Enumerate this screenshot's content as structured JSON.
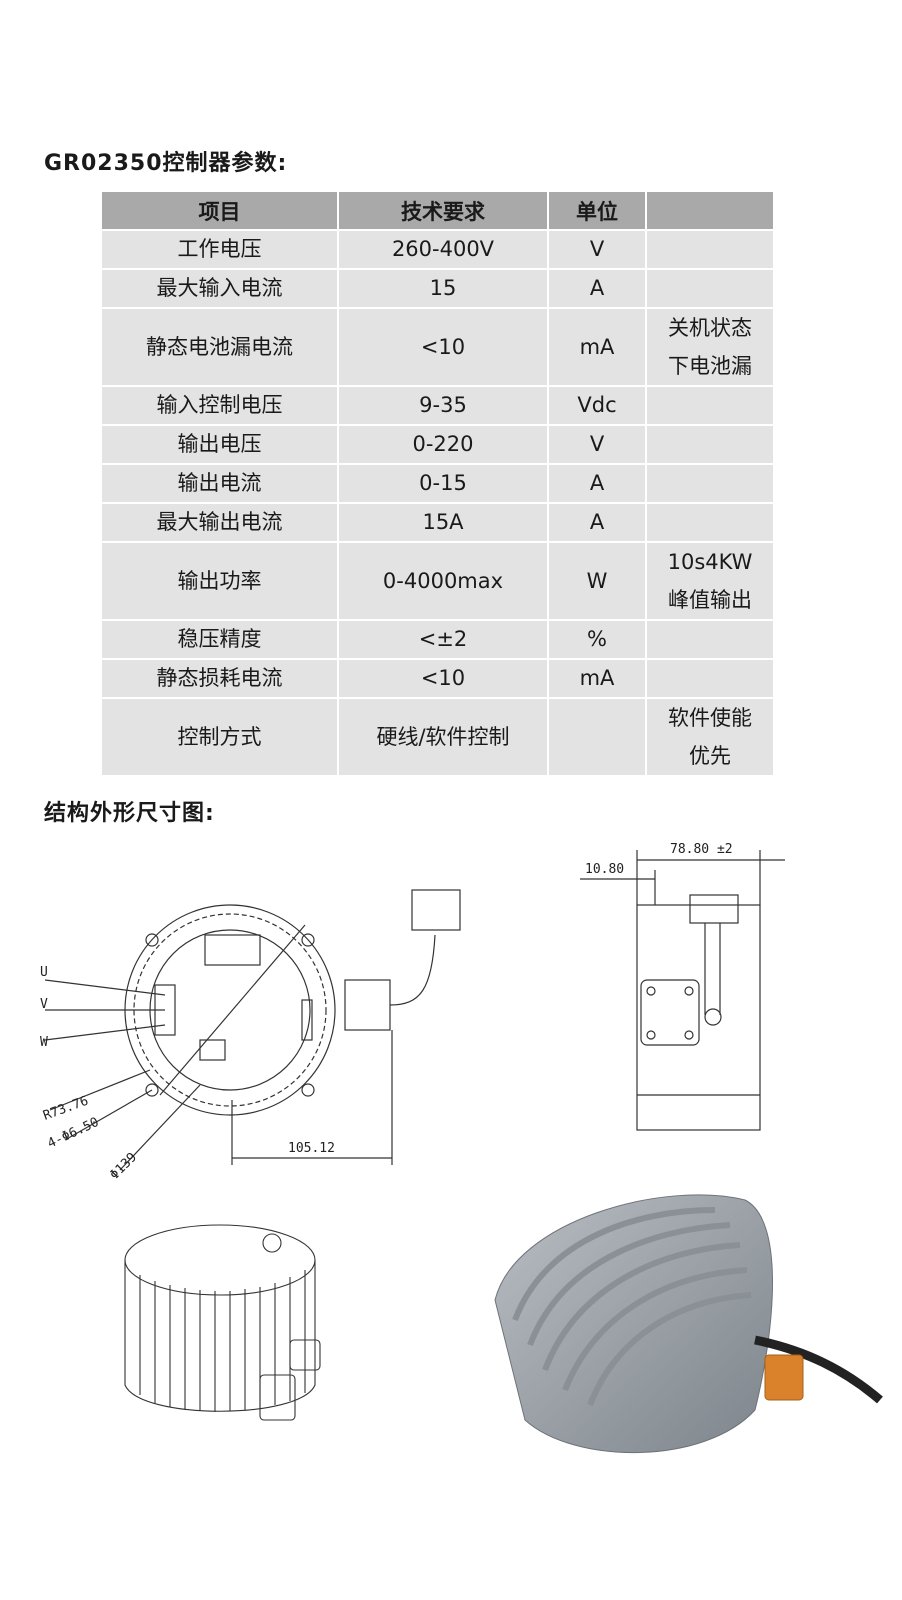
{
  "section1_title": "GR02350控制器参数:",
  "section2_title": "结构外形尺寸图:",
  "table": {
    "headers": [
      "项目",
      "技术要求",
      "单位",
      ""
    ],
    "rows": [
      {
        "item": "工作电压",
        "spec": "260-400V",
        "unit": "V",
        "note": ""
      },
      {
        "item": "最大输入电流",
        "spec": "15",
        "unit": "A",
        "note": ""
      },
      {
        "item": "静态电池漏电流",
        "spec": "<10",
        "unit": "mA",
        "note": "关机状态\n下电池漏"
      },
      {
        "item": "输入控制电压",
        "spec": "9-35",
        "unit": "Vdc",
        "note": ""
      },
      {
        "item": "输出电压",
        "spec": "0-220",
        "unit": "V",
        "note": ""
      },
      {
        "item": "输出电流",
        "spec": "0-15",
        "unit": "A",
        "note": ""
      },
      {
        "item": "最大输出电流",
        "spec": "15A",
        "unit": "A",
        "note": ""
      },
      {
        "item": "输出功率",
        "spec": "0-4000max",
        "unit": "W",
        "note": "10s4KW\n峰值输出"
      },
      {
        "item": "稳压精度",
        "spec": "<±2",
        "unit": "%",
        "note": ""
      },
      {
        "item": "静态损耗电流",
        "spec": "<10",
        "unit": "mA",
        "note": ""
      },
      {
        "item": "控制方式",
        "spec": "硬线/软件控制",
        "unit": "",
        "note": "软件使能\n优先"
      }
    ]
  },
  "drawing_front": {
    "phase_labels": [
      "U",
      "V",
      "W"
    ],
    "dim_radius": "R73.76",
    "dim_holes": "4-Φ6.50",
    "dim_diameter": "Φ139",
    "dim_width": "105.12"
  },
  "drawing_side": {
    "dim_overall": "78.80 ±2",
    "dim_offset": "10.80"
  },
  "colors": {
    "header_bg": "#a9a9a9",
    "cell_bg": "#e3e3e3",
    "housing": "#9aa0a6",
    "connector": "#d9822b"
  }
}
